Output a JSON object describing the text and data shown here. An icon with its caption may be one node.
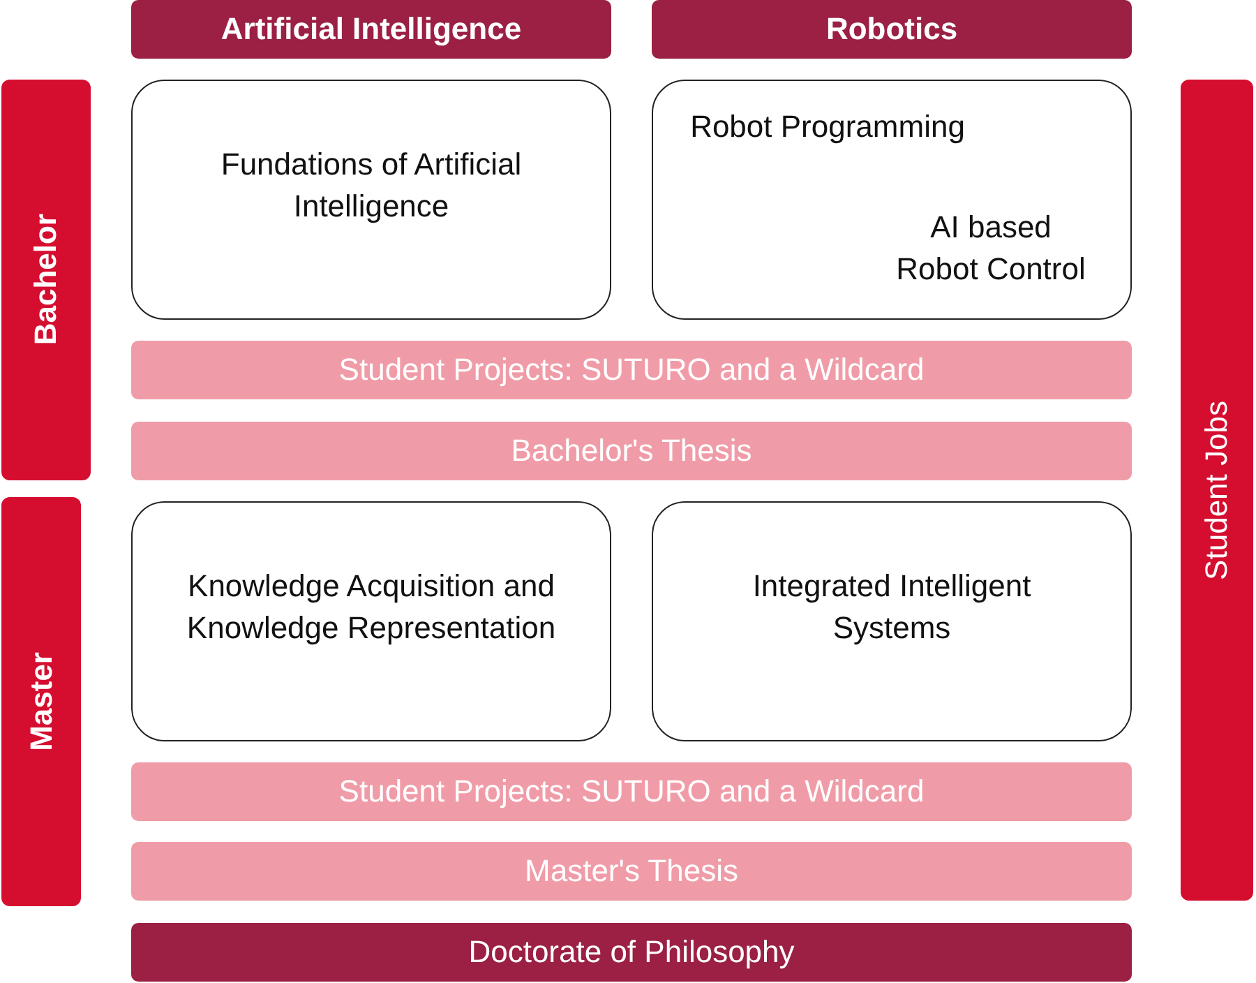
{
  "diagram": {
    "nodes": [
      {
        "text": [
          "Artificial Intelligence"
        ]
      },
      {
        "text": [
          "Robotics"
        ]
      },
      {
        "text": [
          "Bachelor"
        ]
      },
      {
        "text": [
          "Fundations of Artificial Intelligence"
        ]
      },
      {
        "text": [
          "Robot Programming",
          "AI based Robot Control"
        ]
      },
      {
        "text": [
          "Student Jobs"
        ]
      },
      {
        "text": [
          "Student Projects: SUTURO and a Wildcard"
        ]
      },
      {
        "text": [
          "Bachelor's Thesis"
        ]
      },
      {
        "text": [
          "Master"
        ]
      },
      {
        "text": [
          "Knowledge Acquisition and Knowledge Representation"
        ]
      },
      {
        "text": [
          "Integrated Intelligent Systems"
        ]
      },
      {
        "text": [
          "Student Projects: SUTURO and a Wildcard"
        ]
      },
      {
        "text": [
          "Master's Thesis"
        ]
      },
      {
        "text": [
          "Doctorate of Philosophy"
        ]
      }
    ]
  }
}
